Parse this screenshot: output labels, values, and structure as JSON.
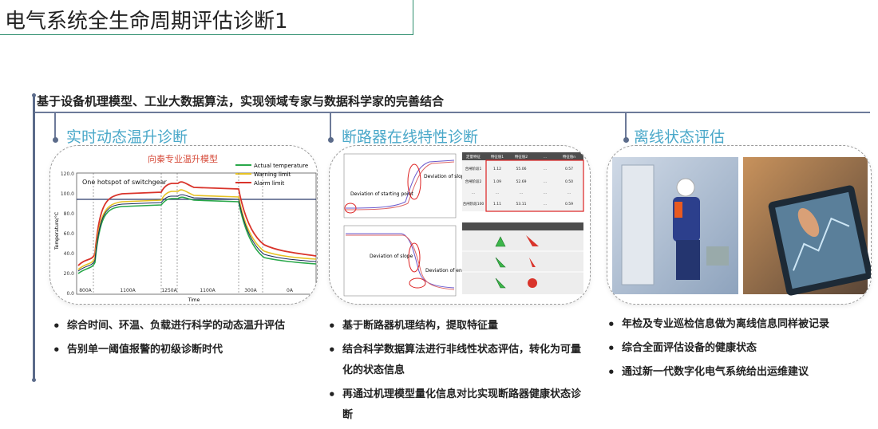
{
  "page_title": "电气系统全生命周期评估诊断1",
  "headline": "基于设备机理模型、工业大数据算法，实现领域专家与数据科学家的完善结合",
  "colors": {
    "accent": "#4aa8c9",
    "timeline": "#5b6b8a",
    "title_border": "#2f8f6f"
  },
  "sections": [
    {
      "title": "实时动态温升诊断",
      "bullets": [
        "综合时间、环温、负载进行科学的动态温升评估",
        "告别单一阈值报警的初级诊断时代"
      ],
      "chart": {
        "overlay_title": "向秦专业温升模型",
        "inner_title": "One hotspot of switchgear",
        "legend": [
          "Actual temperature",
          "Warning limit",
          "Alarm limit"
        ],
        "ylabel": "Temperature/°C",
        "xlabel": "Time",
        "yticks": [
          "120.0",
          "100.0",
          "80.0",
          "60.0",
          "40.0",
          "20.0",
          "0.0"
        ],
        "phases": [
          "800A",
          "1100A",
          "1250A",
          "1100A",
          "300A",
          "0A"
        ]
      }
    },
    {
      "title": "断路器在线特性诊断",
      "bullets": [
        "基于断路器机理结构，提取特征量",
        "结合科学数据算法进行非线性状态评估，转化为可量化的状态信息",
        "再通过机理模型量化信息对比实现断路器健康状态诊断"
      ],
      "figure": {
        "top_labels": [
          "Deviation of starting point",
          "Deviation of slope"
        ],
        "bottom_labels": [
          "Deviation of slope",
          "Deviation of ending point"
        ],
        "table_header": [
          "定量特征",
          "特征值1",
          "特征值2",
          "...",
          "特征值n"
        ],
        "table_rows": [
          [
            "合闸阶段1",
            "1.12",
            "55.06",
            "...",
            "0.57"
          ],
          [
            "合闸阶段2",
            "1.09",
            "52.69",
            "...",
            "0.50"
          ],
          [
            "...",
            "...",
            "...",
            "...",
            "..."
          ],
          [
            "合闸阶段100",
            "1.11",
            "53.11",
            "...",
            "0.59"
          ]
        ]
      }
    },
    {
      "title": "离线状态评估",
      "bullets": [
        "年检及专业巡检信息做为离线信息同样被记录",
        "综合全面评估设备的健康状态",
        "通过新一代数字化电气系统给出运维建议"
      ]
    }
  ]
}
